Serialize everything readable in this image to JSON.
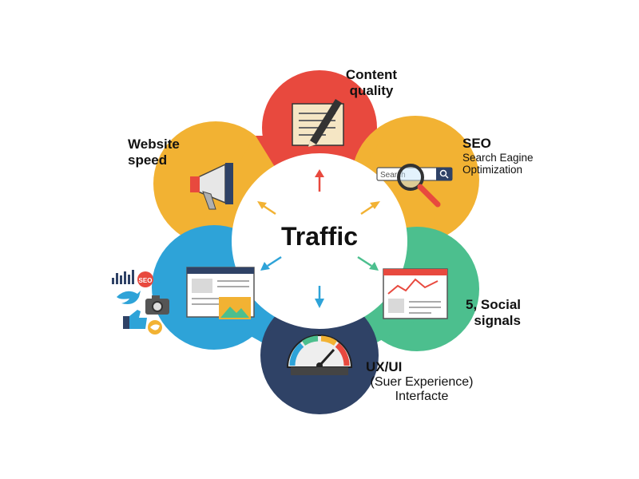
{
  "diagram": {
    "center_label": "Traffic",
    "segments": [
      {
        "id": "content",
        "title_lines": [
          "Content",
          "quality"
        ],
        "color": "#e8493e",
        "icon": "notepad-pen-icon"
      },
      {
        "id": "seo",
        "title": "SEO",
        "sub_lines": [
          "Search Eagine",
          "Optimization"
        ],
        "search_text": "Search",
        "color": "#f2b233",
        "icon": "magnifier-search-icon"
      },
      {
        "id": "social",
        "title_lines": [
          "5, Social",
          "signals"
        ],
        "color": "#4cbf8e",
        "icon": "browser-chart-icon"
      },
      {
        "id": "ux",
        "title": "UX/UI",
        "sub_lines": [
          "(Suer Experience)",
          "Interfacte"
        ],
        "color": "#2f4266",
        "icon": "speedometer-icon"
      },
      {
        "id": "browser",
        "color": "#2ea3d8",
        "icon": "browser-window-icon"
      },
      {
        "id": "speed",
        "title_lines": [
          "Website",
          "speed"
        ],
        "color": "#f2b233",
        "icon": "megaphone-icon"
      }
    ],
    "social_icons": [
      "bar-chart-icon",
      "chat-bubble-icon",
      "twitter-bird-icon",
      "camera-icon",
      "thumbs-up-icon",
      "small-bird-icon"
    ],
    "social_badge_text": "SEO"
  }
}
